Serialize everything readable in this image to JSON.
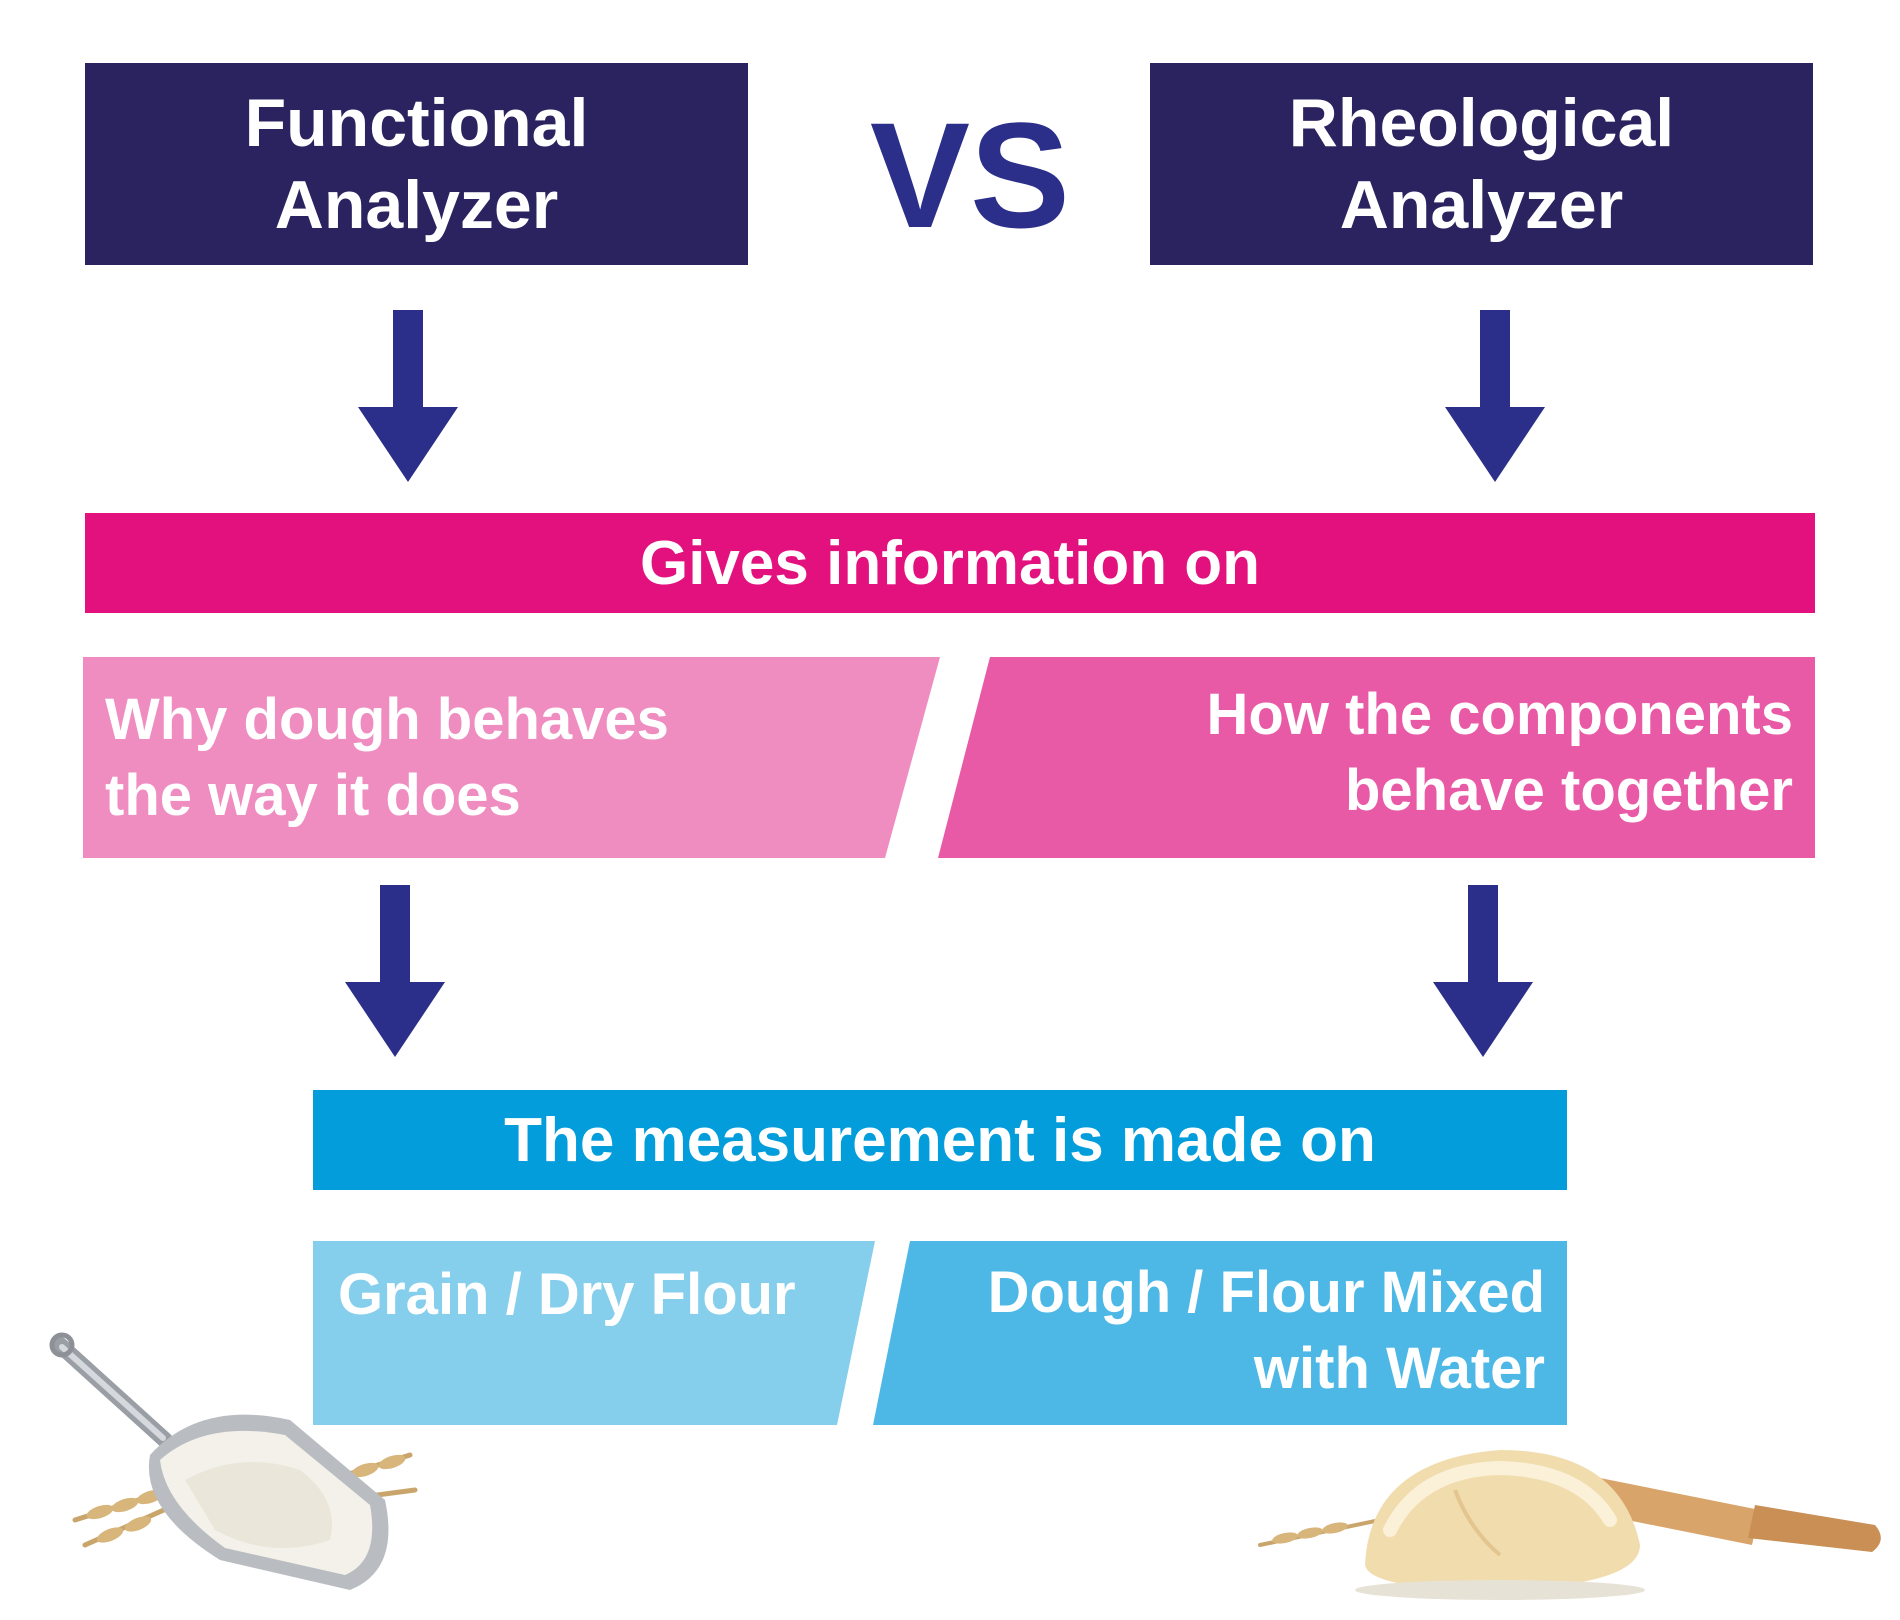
{
  "header": {
    "left_line1": "Functional",
    "left_line2": "Analyzer",
    "vs": "VS",
    "right_line1": "Rheological",
    "right_line2": "Analyzer"
  },
  "info_bar": {
    "label": "Gives information on",
    "left_line1": "Why dough behaves",
    "left_line2": "the way it does",
    "right_line1": "How the components",
    "right_line2": "behave together"
  },
  "measurement_bar": {
    "label": "The measurement is made on",
    "left_line1": "Grain / Dry Flour",
    "right_line1": "Dough / Flour Mixed",
    "right_line2": "with Water"
  },
  "colors": {
    "navy": "#2b2360",
    "arrow": "#2b2f8a",
    "magenta": "#e2117e",
    "pink_light": "#ef8cc0",
    "pink_medium": "#e95aa6",
    "blue": "#039ddb",
    "blue_light": "#85ceec",
    "blue_medium": "#4db8e6"
  },
  "icons": {
    "left_photo": "flour-scoop-icon",
    "right_photo": "dough-rolling-pin-icon"
  }
}
